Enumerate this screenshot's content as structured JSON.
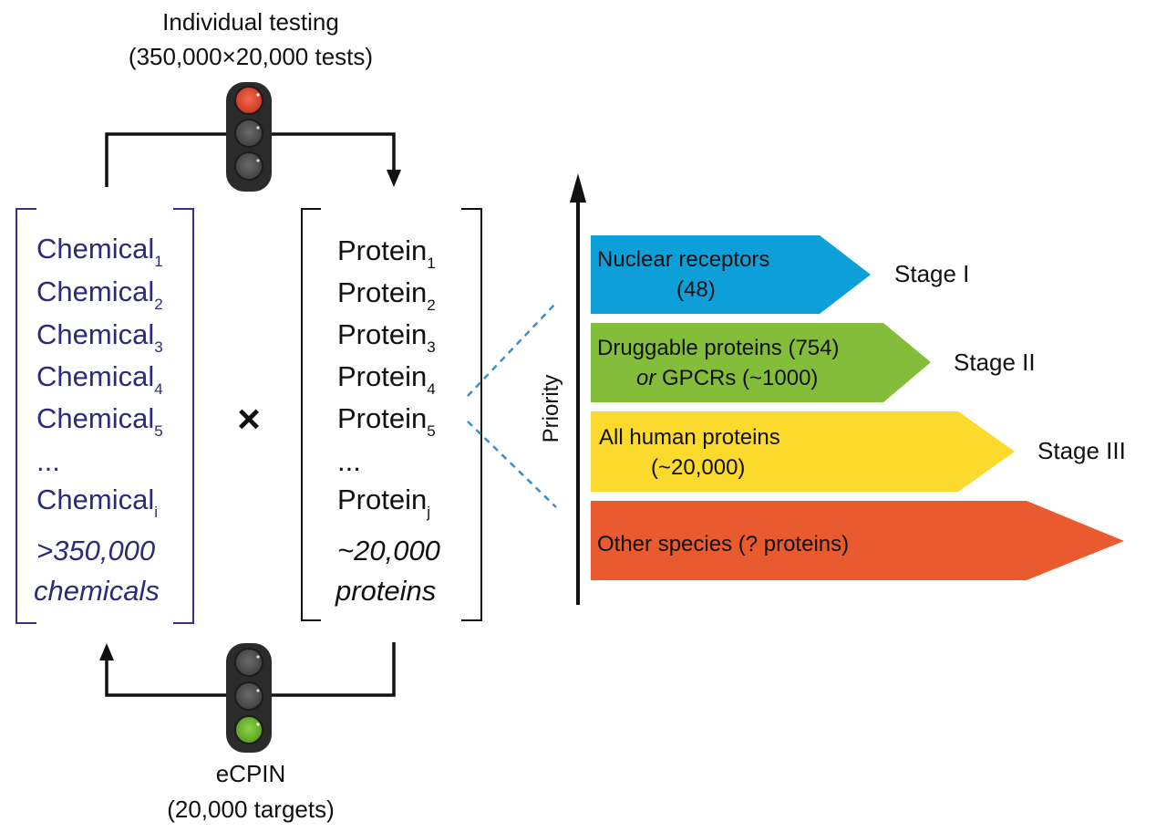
{
  "top_label": {
    "line1": "Individual testing",
    "line2": "(350,000×20,000 tests)"
  },
  "bottom_label": {
    "line1": "eCPIN",
    "line2": "(20,000 targets)"
  },
  "chemicals": {
    "base": "Chemical",
    "subscripts": [
      "1",
      "2",
      "3",
      "4",
      "5"
    ],
    "ellipsis": "...",
    "last_subscript": "i",
    "total_line1": ">350,000",
    "total_line2": "chemicals"
  },
  "times_symbol": "×",
  "proteins": {
    "base": "Protein",
    "subscripts": [
      "1",
      "2",
      "3",
      "4",
      "5"
    ],
    "ellipsis": "...",
    "last_subscript": "j",
    "total_line1": "~20,000",
    "total_line2": "proteins"
  },
  "priority_axis": {
    "label": "Priority"
  },
  "tiers": [
    {
      "line1": "Nuclear receptors",
      "line2": "(48)",
      "stage": "Stage I",
      "color": "#0d9fd8"
    },
    {
      "line1": "Druggable proteins (754)",
      "line2_italic": "or",
      "line2": " GPCRs (~1000)",
      "stage": "Stage II",
      "color": "#84bd3a"
    },
    {
      "line1": "All human proteins",
      "line2": "(~20,000)",
      "stage": "Stage III",
      "color": "#fcd92d"
    },
    {
      "line1": "Other species (? proteins)",
      "stage": "",
      "color": "#e95a2e"
    }
  ],
  "traffic_lights": {
    "top_active": "red",
    "bottom_active": "green",
    "colors": {
      "red": "#e84b3c",
      "green": "#6dbb2f",
      "off": "#555555",
      "housing": "#2b2b2b"
    }
  }
}
